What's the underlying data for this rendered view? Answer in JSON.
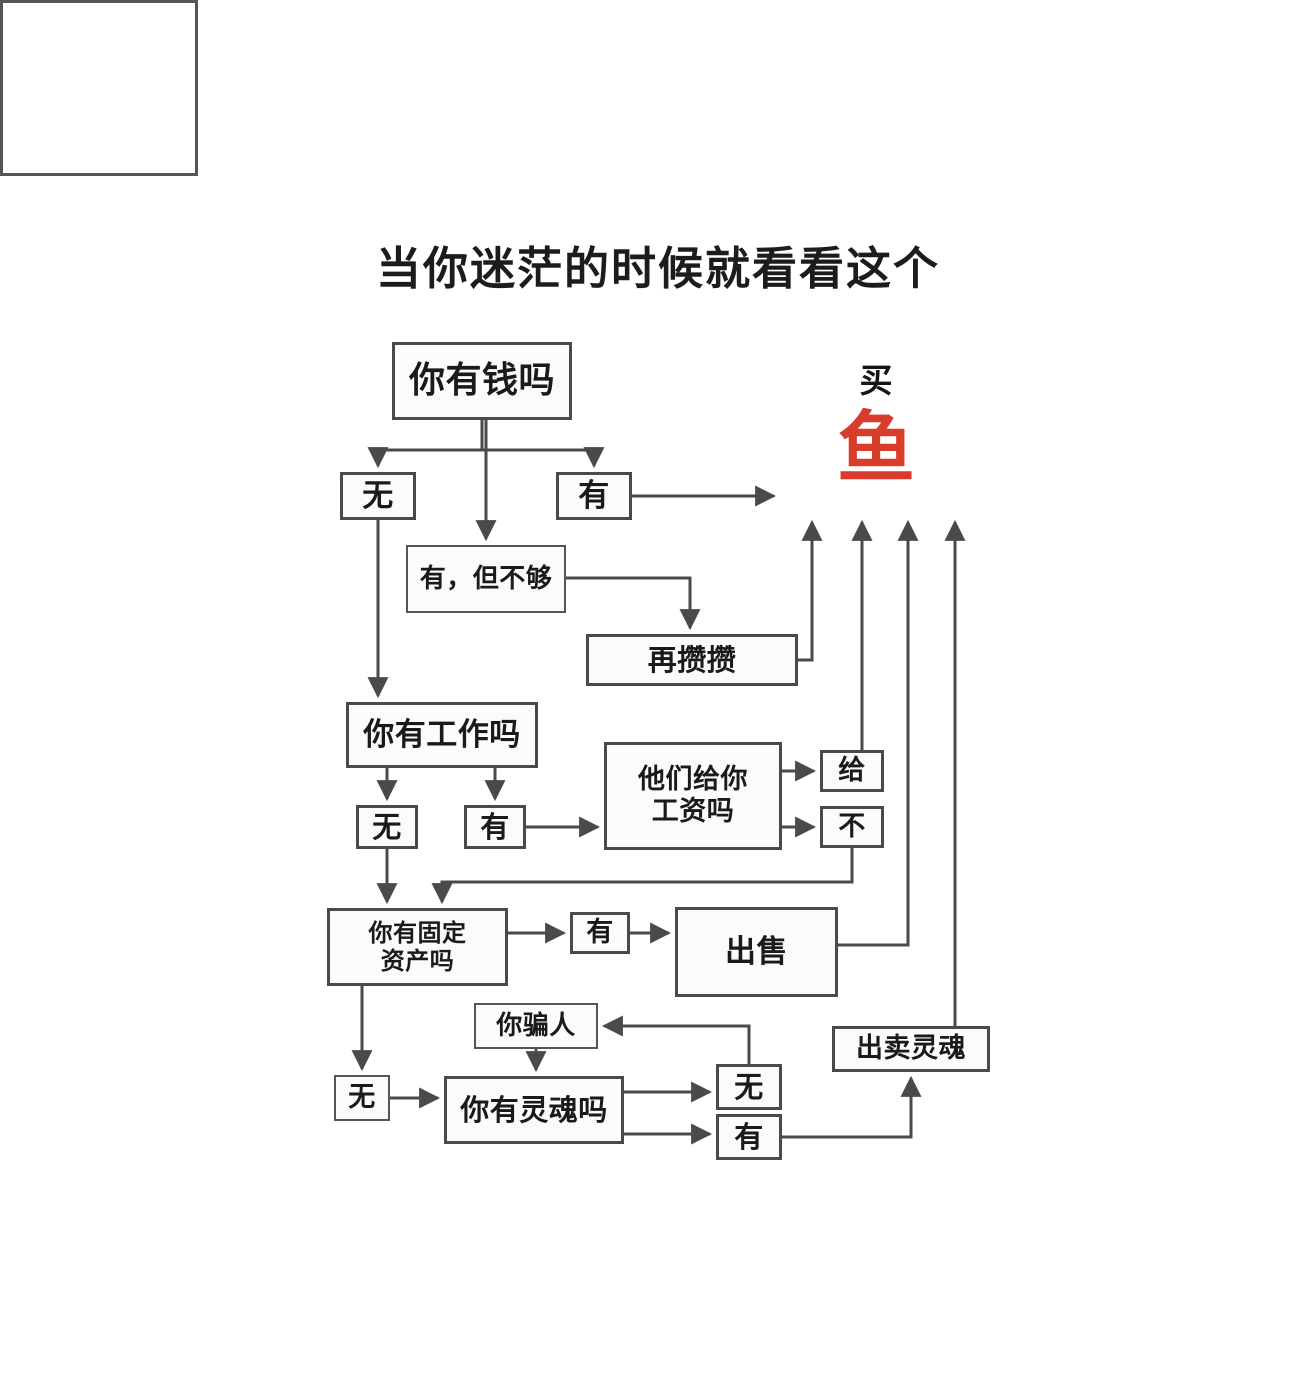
{
  "title": "当你迷茫的时候就看看这个",
  "colors": {
    "background": "#ffffff",
    "box_border": "#4a4a4a",
    "text": "#1a1a1a",
    "accent_red": "#d93c2b",
    "edge": "#4a4a4a"
  },
  "nodes": {
    "money": "你有钱吗",
    "money_no": "无",
    "money_yes": "有",
    "not_enough": "有，但不够",
    "save_more": "再攒攒",
    "job": "你有工作吗",
    "job_no": "无",
    "job_yes": "有",
    "salary_line1": "他们给你",
    "salary_line2": "工资吗",
    "salary_yes": "给",
    "salary_no": "不",
    "assets_line1": "你有固定",
    "assets_line2": "资产吗",
    "assets_yes": "有",
    "assets_no": "无",
    "sell": "出售",
    "lie": "你骗人",
    "soul": "你有灵魂吗",
    "soul_no": "无",
    "soul_yes": "有",
    "sell_soul": "出卖灵魂",
    "buy": "买",
    "fish": "鱼"
  },
  "chart_data": {
    "type": "diagram",
    "title": "当你迷茫的时候就看看这个",
    "diagram_kind": "flowchart",
    "terminal": "买鱼",
    "boxes": [
      {
        "id": "money",
        "label": "你有钱吗",
        "kind": "decision"
      },
      {
        "id": "money_no",
        "label": "无",
        "kind": "answer"
      },
      {
        "id": "money_yes",
        "label": "有",
        "kind": "answer"
      },
      {
        "id": "not_enough",
        "label": "有，但不够",
        "kind": "answer"
      },
      {
        "id": "save_more",
        "label": "再攒攒",
        "kind": "action"
      },
      {
        "id": "job",
        "label": "你有工作吗",
        "kind": "decision"
      },
      {
        "id": "job_no",
        "label": "无",
        "kind": "answer"
      },
      {
        "id": "job_yes",
        "label": "有",
        "kind": "answer"
      },
      {
        "id": "salary",
        "label": "他们给你工资吗",
        "kind": "decision"
      },
      {
        "id": "salary_yes",
        "label": "给",
        "kind": "answer"
      },
      {
        "id": "salary_no",
        "label": "不",
        "kind": "answer"
      },
      {
        "id": "assets",
        "label": "你有固定资产吗",
        "kind": "decision"
      },
      {
        "id": "assets_yes",
        "label": "有",
        "kind": "answer"
      },
      {
        "id": "assets_no",
        "label": "无",
        "kind": "answer"
      },
      {
        "id": "sell",
        "label": "出售",
        "kind": "action"
      },
      {
        "id": "lie",
        "label": "你骗人",
        "kind": "action"
      },
      {
        "id": "soul",
        "label": "你有灵魂吗",
        "kind": "decision"
      },
      {
        "id": "soul_no",
        "label": "无",
        "kind": "answer"
      },
      {
        "id": "soul_yes",
        "label": "有",
        "kind": "answer"
      },
      {
        "id": "sell_soul",
        "label": "出卖灵魂",
        "kind": "action"
      },
      {
        "id": "buy_fish",
        "label": "买鱼",
        "kind": "terminal"
      }
    ],
    "edges": [
      {
        "from": "money",
        "to": "money_no"
      },
      {
        "from": "money",
        "to": "money_yes"
      },
      {
        "from": "money",
        "to": "not_enough"
      },
      {
        "from": "money_yes",
        "to": "buy_fish"
      },
      {
        "from": "not_enough",
        "to": "save_more"
      },
      {
        "from": "save_more",
        "to": "buy_fish"
      },
      {
        "from": "money_no",
        "to": "job"
      },
      {
        "from": "job",
        "to": "job_no"
      },
      {
        "from": "job",
        "to": "job_yes"
      },
      {
        "from": "job_yes",
        "to": "salary"
      },
      {
        "from": "salary",
        "to": "salary_yes"
      },
      {
        "from": "salary",
        "to": "salary_no"
      },
      {
        "from": "salary_yes",
        "to": "buy_fish"
      },
      {
        "from": "salary_no",
        "to": "assets"
      },
      {
        "from": "job_no",
        "to": "assets"
      },
      {
        "from": "assets",
        "to": "assets_yes"
      },
      {
        "from": "assets",
        "to": "assets_no"
      },
      {
        "from": "assets_yes",
        "to": "sell"
      },
      {
        "from": "sell",
        "to": "buy_fish"
      },
      {
        "from": "assets_no",
        "to": "soul"
      },
      {
        "from": "soul",
        "to": "soul_no"
      },
      {
        "from": "soul",
        "to": "soul_yes"
      },
      {
        "from": "soul_no",
        "to": "lie"
      },
      {
        "from": "lie",
        "to": "soul"
      },
      {
        "from": "soul_yes",
        "to": "sell_soul"
      },
      {
        "from": "sell_soul",
        "to": "buy_fish"
      }
    ]
  }
}
